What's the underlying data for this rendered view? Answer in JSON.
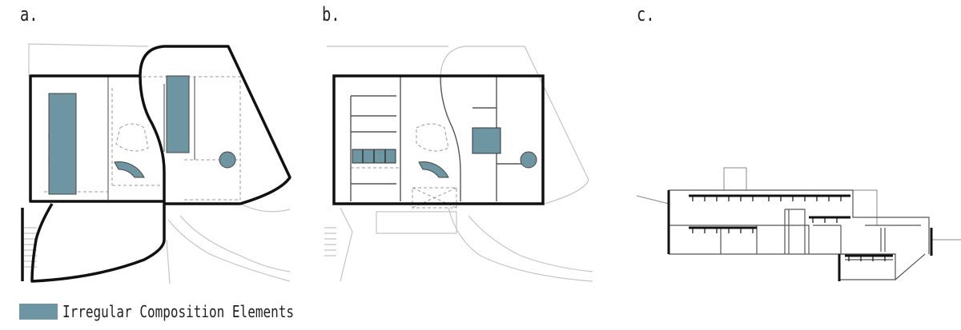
{
  "panels": [
    {
      "label": "a."
    },
    {
      "label": "b."
    },
    {
      "label": "c."
    }
  ],
  "legend": {
    "label": "Irregular Composition Elements",
    "color": "#6e96a2"
  },
  "colors": {
    "highlight": "#6e96a2",
    "wall": "#111111",
    "context_line": "#bdbdbd",
    "dashed_line": "#9a9a9a"
  }
}
